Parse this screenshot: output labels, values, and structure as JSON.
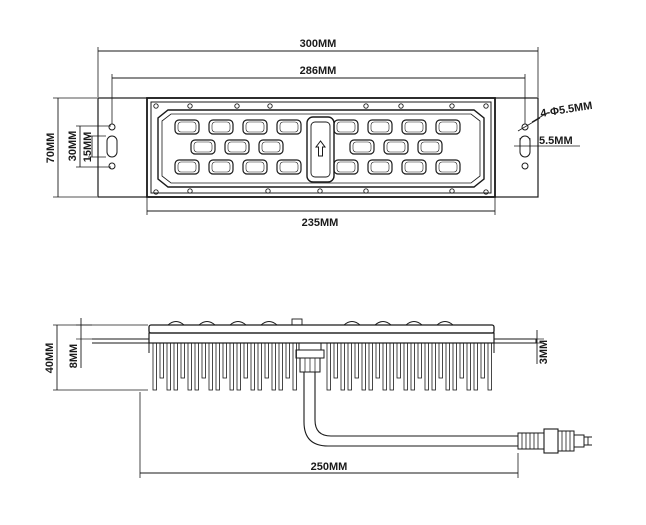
{
  "top_view": {
    "overall_length": "300MM",
    "mounting_span": "286MM",
    "housing_length": "235MM",
    "height": "70MM",
    "slot_spacing": "30MM",
    "slot_length": "15MM",
    "hole_callout": "4-Φ5.5MM",
    "slot_width": "5.5MM"
  },
  "side_view": {
    "total_height": "40MM",
    "bracket_offset": "8MM",
    "bracket_thickness": "3MM",
    "cable_reach": "250MM"
  }
}
